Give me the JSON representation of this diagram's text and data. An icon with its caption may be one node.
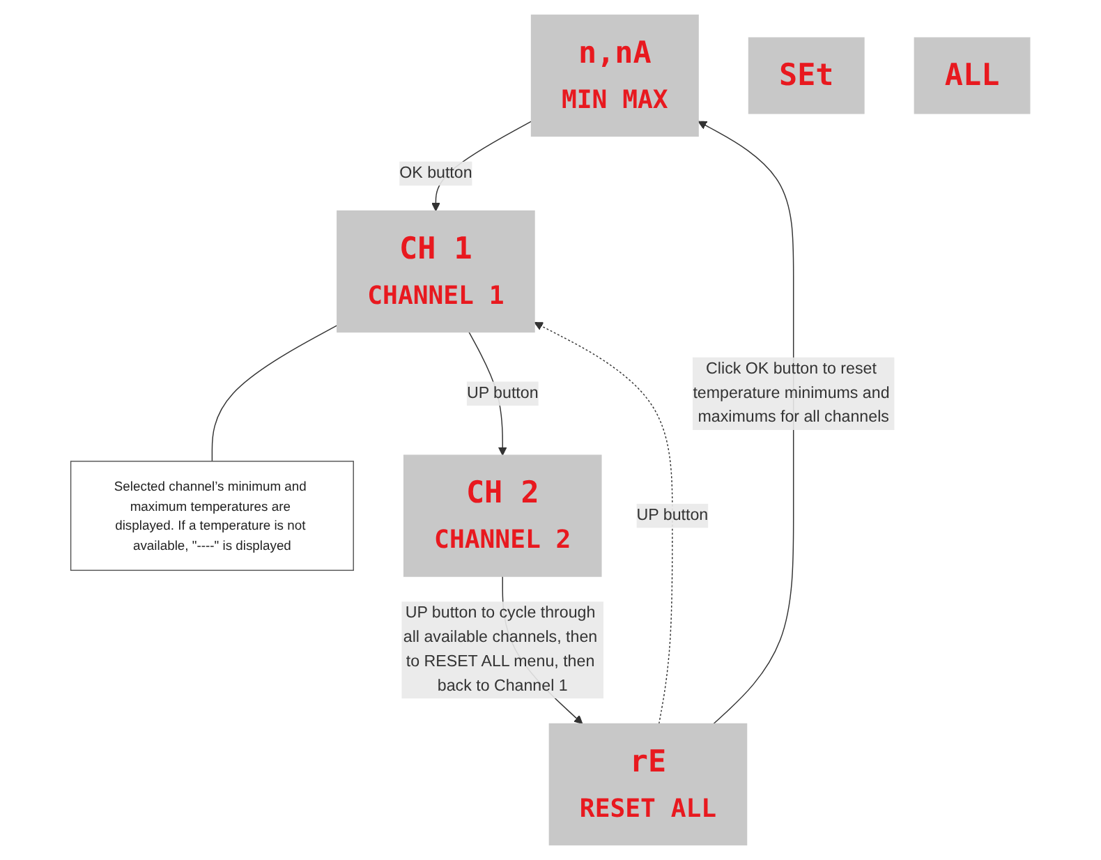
{
  "diagram": {
    "nodes": [
      {
        "text": [
          "n,nA",
          "MIN MAX"
        ]
      },
      {
        "text": [
          "CH 1",
          "CHANNEL 1"
        ]
      },
      {
        "text": [
          "Selected channel’s minimum and maximum temperatures are displayed. If a temperature is not available, \"----\" is displayed"
        ]
      },
      {
        "text": [
          "CH 2",
          "CHANNEL 2"
        ]
      },
      {
        "text": [
          "rE",
          "RESET ALL"
        ]
      },
      {
        "text": [
          "SEt"
        ]
      },
      {
        "text": [
          "ALL"
        ]
      }
    ],
    "edges": [
      {
        "from": 0,
        "to": 1,
        "arrow": "to",
        "label": "OK button"
      },
      {
        "from": 2,
        "to": 1,
        "arrow": "none"
      },
      {
        "from": 1,
        "to": 3,
        "arrow": "to",
        "label": "UP button"
      },
      {
        "from": 3,
        "to": 4,
        "arrow": "to",
        "label": "UP button to cycle through all available channels, then to RESET ALL menu, then back to Channel 1"
      },
      {
        "from": 4,
        "to": 1,
        "arrow": "to",
        "style": "dashed",
        "label": "UP button"
      },
      {
        "from": 4,
        "to": 0,
        "arrow": "to",
        "label": "Click OK button to reset temperature minimums and maximums for all channels"
      }
    ]
  }
}
